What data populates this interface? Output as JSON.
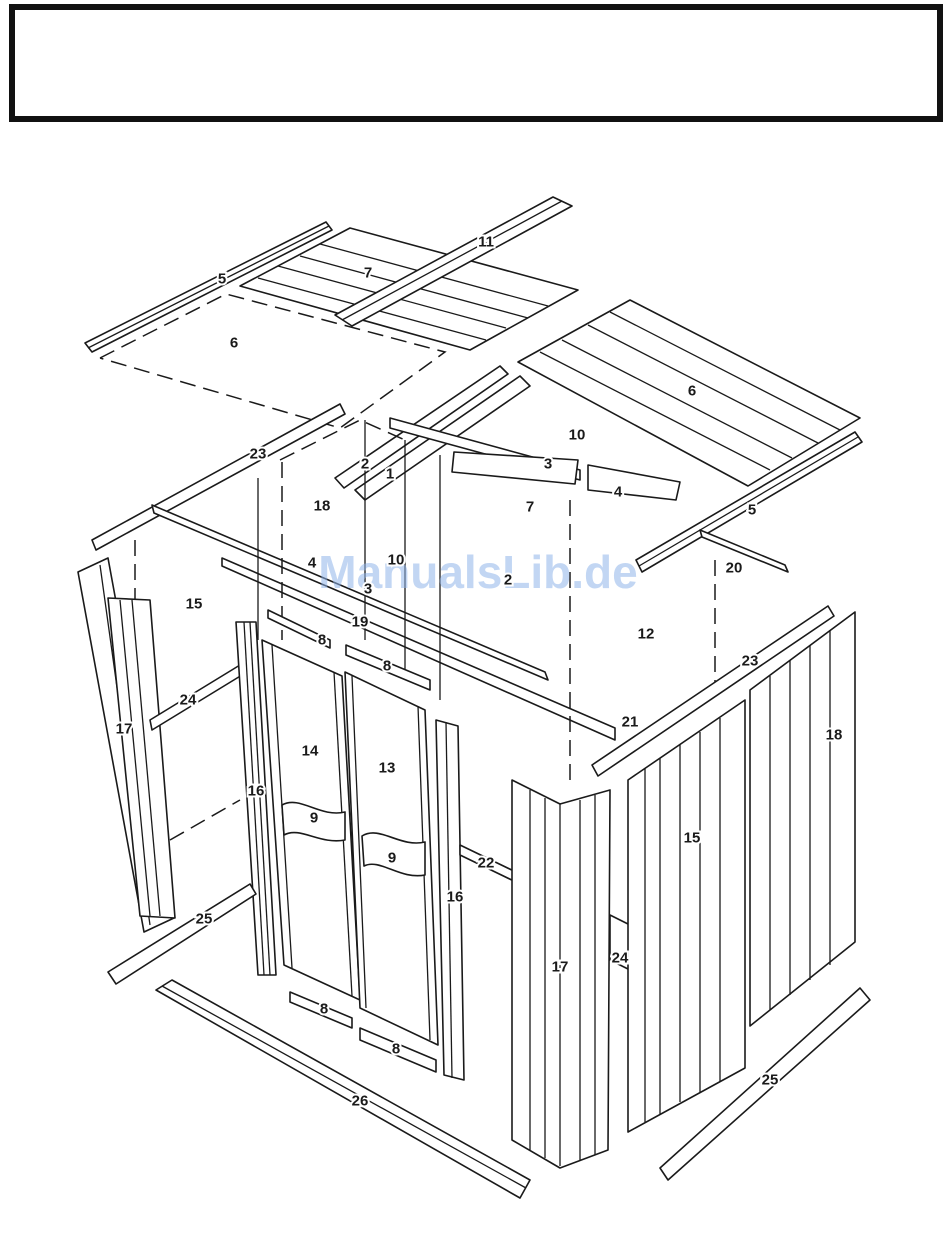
{
  "watermark": "ManualsLib.de",
  "callouts": [
    {
      "id": "c11",
      "text": "11"
    },
    {
      "id": "c5a",
      "text": "5"
    },
    {
      "id": "c7a",
      "text": "7"
    },
    {
      "id": "c6a",
      "text": "6"
    },
    {
      "id": "c6b",
      "text": "6"
    },
    {
      "id": "c10a",
      "text": "10"
    },
    {
      "id": "c23a",
      "text": "23"
    },
    {
      "id": "c2a",
      "text": "2"
    },
    {
      "id": "c1",
      "text": "1"
    },
    {
      "id": "c3a",
      "text": "3"
    },
    {
      "id": "c4a",
      "text": "4"
    },
    {
      "id": "c18a",
      "text": "18"
    },
    {
      "id": "c7b",
      "text": "7"
    },
    {
      "id": "c5b",
      "text": "5"
    },
    {
      "id": "c4b",
      "text": "4"
    },
    {
      "id": "c10b",
      "text": "10"
    },
    {
      "id": "c2b",
      "text": "2"
    },
    {
      "id": "c3b",
      "text": "3"
    },
    {
      "id": "c20",
      "text": "20"
    },
    {
      "id": "c15a",
      "text": "15"
    },
    {
      "id": "c12",
      "text": "12"
    },
    {
      "id": "c19",
      "text": "19"
    },
    {
      "id": "c8a",
      "text": "8"
    },
    {
      "id": "c8b",
      "text": "8"
    },
    {
      "id": "c23b",
      "text": "23"
    },
    {
      "id": "c24a",
      "text": "24"
    },
    {
      "id": "c17a",
      "text": "17"
    },
    {
      "id": "c14",
      "text": "14"
    },
    {
      "id": "c13",
      "text": "13"
    },
    {
      "id": "c21",
      "text": "21"
    },
    {
      "id": "c18b",
      "text": "18"
    },
    {
      "id": "c16a",
      "text": "16"
    },
    {
      "id": "c9a",
      "text": "9"
    },
    {
      "id": "c9b",
      "text": "9"
    },
    {
      "id": "c15b",
      "text": "15"
    },
    {
      "id": "c22",
      "text": "22"
    },
    {
      "id": "c16b",
      "text": "16"
    },
    {
      "id": "c25a",
      "text": "25"
    },
    {
      "id": "c17b",
      "text": "17"
    },
    {
      "id": "c24b",
      "text": "24"
    },
    {
      "id": "c8c",
      "text": "8"
    },
    {
      "id": "c8d",
      "text": "8"
    },
    {
      "id": "c25b",
      "text": "25"
    },
    {
      "id": "c26",
      "text": "26"
    }
  ]
}
